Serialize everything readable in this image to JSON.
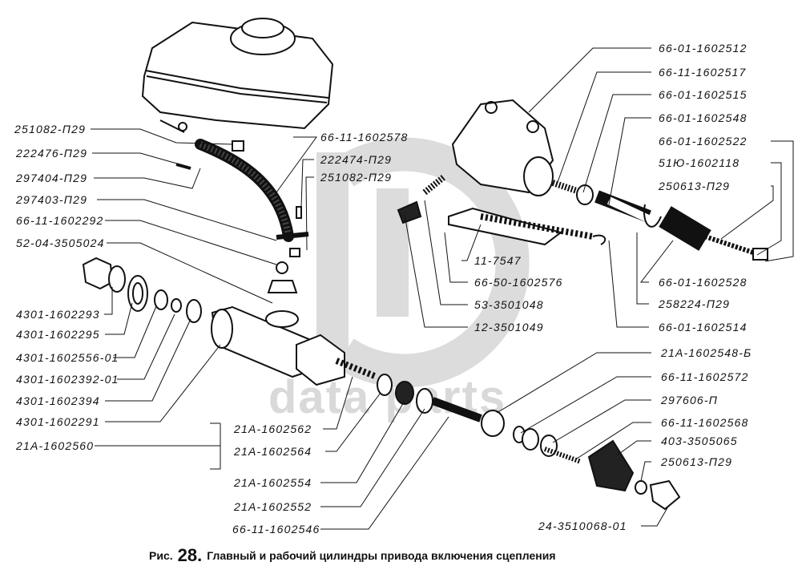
{
  "watermark": {
    "text": "data parts",
    "color": "#d9d9d9"
  },
  "caption": {
    "prefix": "Рис.",
    "number": "28.",
    "title": "Главный и рабочий цилиндры привода включения сцепления"
  },
  "labels_left": [
    "251082-П29",
    "222476-П29",
    "297404-П29",
    "297403-П29",
    "66-11-1602292",
    "52-04-3505024",
    "4301-1602293",
    "4301-1602295",
    "4301-1602556-01",
    "4301-1602392-01",
    "4301-1602394",
    "4301-1602291",
    "21А-1602560"
  ],
  "labels_center_top": [
    "66-11-1602578",
    "222474-П29",
    "251082-П29"
  ],
  "labels_center_bottom": [
    "21А-1602562",
    "21А-1602564",
    "21А-1602554",
    "21А-1602552",
    "66-11-1602546"
  ],
  "labels_right_top": [
    "66-01-1602512",
    "66-11-1602517",
    "66-01-1602515",
    "66-01-1602548",
    "66-01-1602522",
    "51Ю-1602118",
    "250613-П29"
  ],
  "labels_slave_mid": [
    "11-7547",
    "66-50-1602576",
    "53-3501048",
    "12-3501049"
  ],
  "labels_right_mid": [
    "66-01-1602528",
    "258224-П29",
    "66-01-1602514"
  ],
  "labels_right_bottom": [
    "21А-1602548-Б",
    "66-11-1602572",
    "297606-П",
    "66-11-1602568",
    "403-3505065",
    "250613-П29",
    "24-3510068-01"
  ]
}
